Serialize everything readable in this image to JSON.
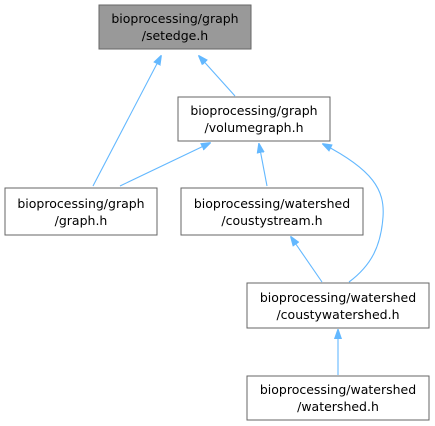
{
  "colors": {
    "edge": "#63b8ff",
    "node_border": "#666666",
    "highlight_fill": "#999999",
    "node_fill": "#ffffff",
    "text": "#000000"
  },
  "nodes": {
    "setedge": {
      "line1": "bioprocessing/graph",
      "line2": "/setedge.h",
      "highlighted": true
    },
    "volumegraph": {
      "line1": "bioprocessing/graph",
      "line2": "/volumegraph.h",
      "highlighted": false
    },
    "graph": {
      "line1": "bioprocessing/graph",
      "line2": "/graph.h",
      "highlighted": false
    },
    "coustystream": {
      "line1": "bioprocessing/watershed",
      "line2": "/coustystream.h",
      "highlighted": false
    },
    "coustywatershed": {
      "line1": "bioprocessing/watershed",
      "line2": "/coustywatershed.h",
      "highlighted": false
    },
    "watershed": {
      "line1": "bioprocessing/watershed",
      "line2": "/watershed.h",
      "highlighted": false
    }
  },
  "edges": [
    {
      "from": "volumegraph",
      "to": "setedge"
    },
    {
      "from": "graph",
      "to": "setedge"
    },
    {
      "from": "graph",
      "to": "volumegraph"
    },
    {
      "from": "coustystream",
      "to": "volumegraph"
    },
    {
      "from": "coustywatershed",
      "to": "volumegraph"
    },
    {
      "from": "coustywatershed",
      "to": "coustystream"
    },
    {
      "from": "watershed",
      "to": "coustywatershed"
    }
  ]
}
